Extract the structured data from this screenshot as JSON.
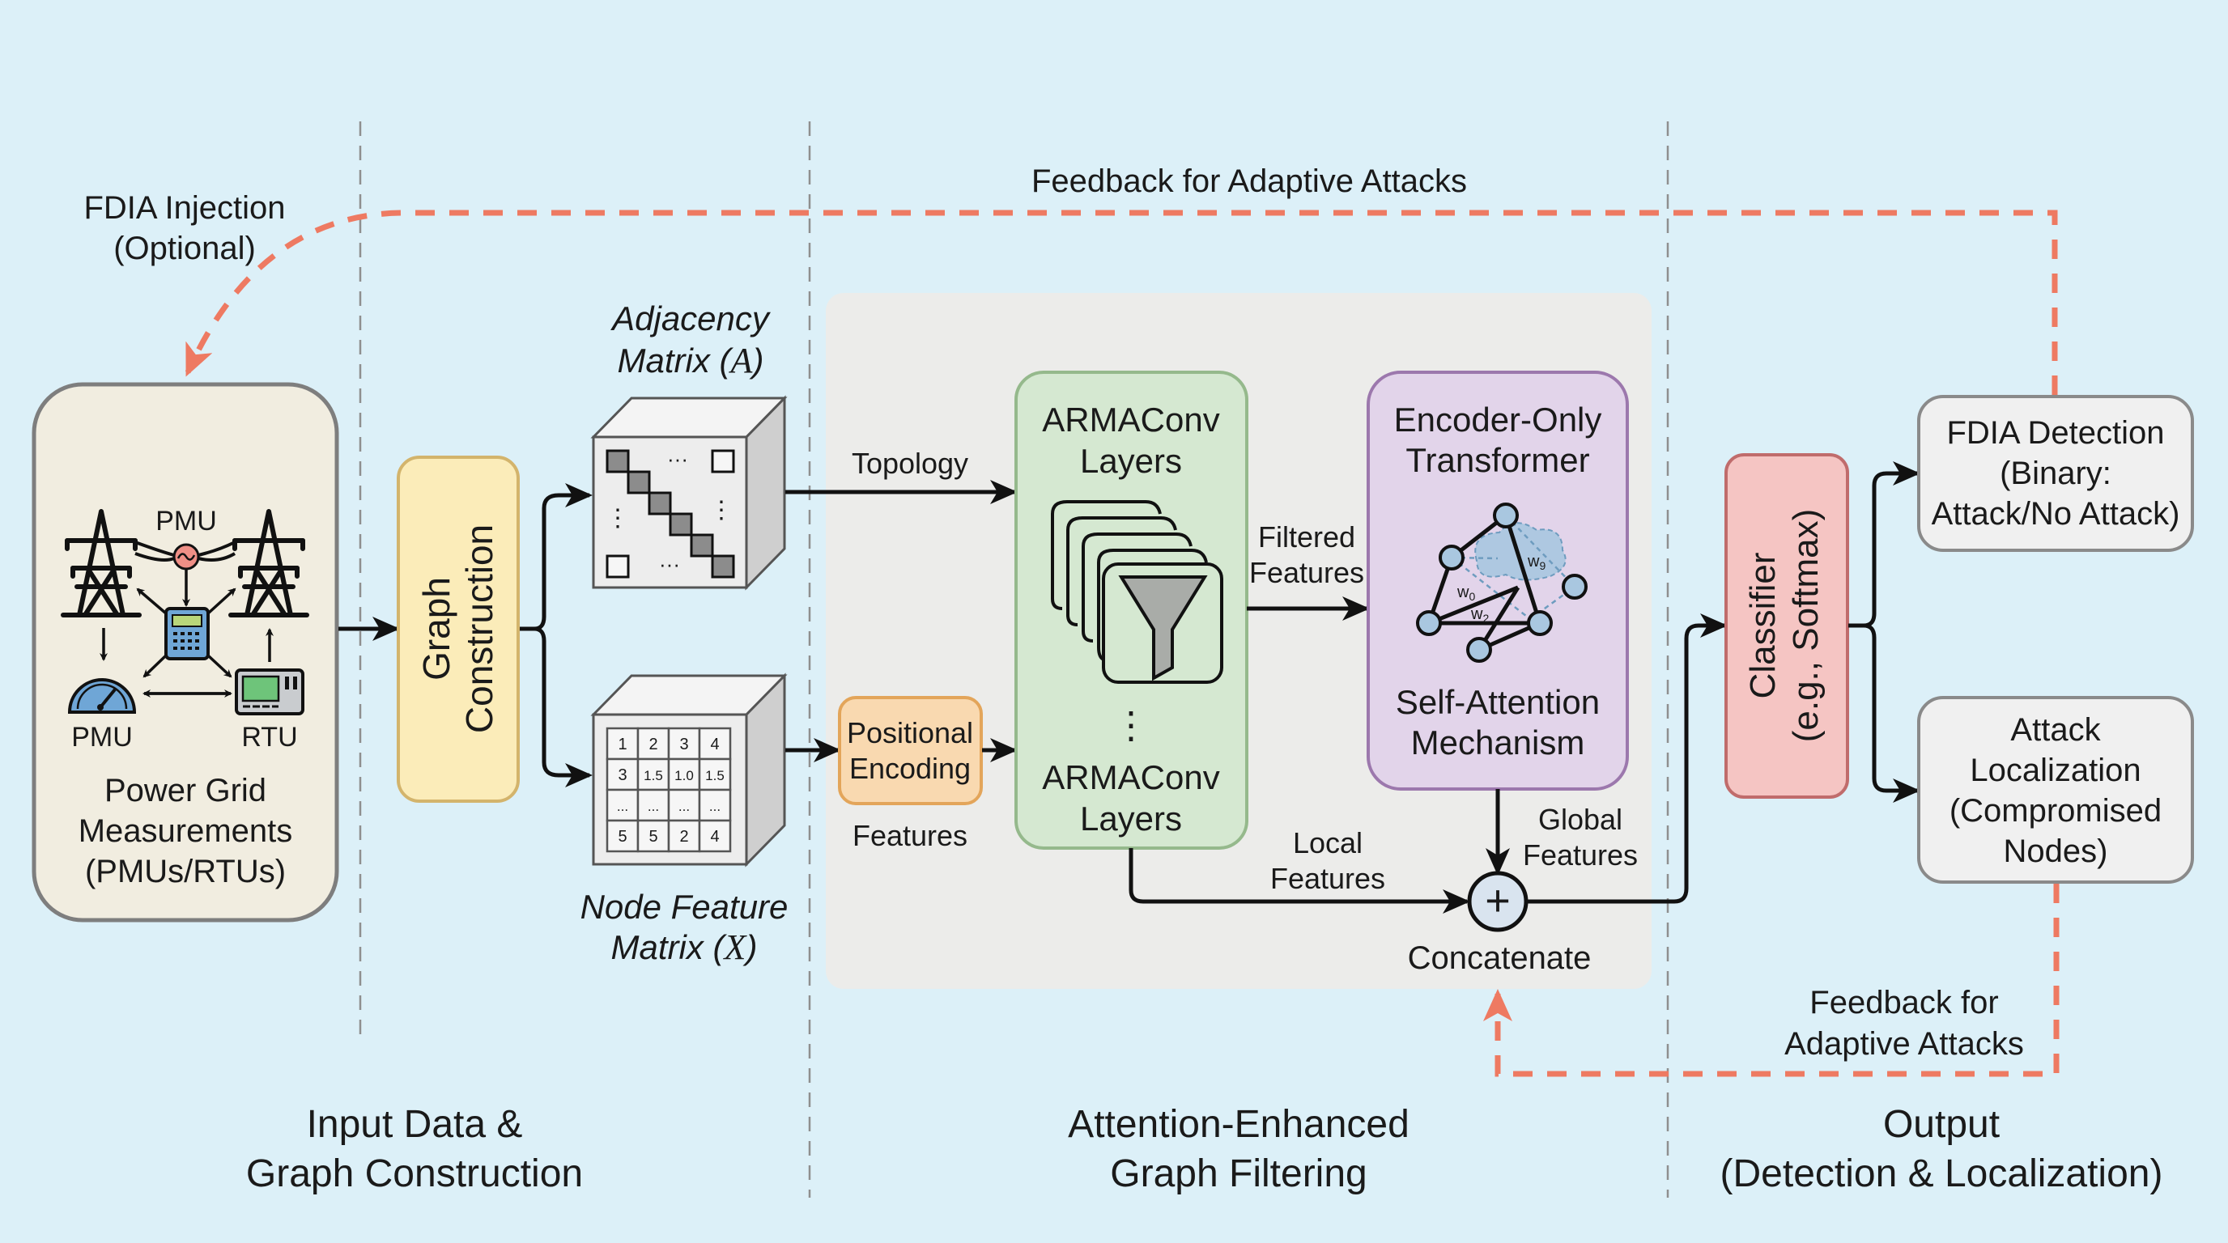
{
  "colors": {
    "background": "#dcf0f8",
    "feedback_red": "#ee7a62",
    "divider_gray": "#8a8a8a",
    "panel_gray": "#ececea",
    "input_box_fill": "#f1ede0",
    "graph_construction_fill": "#fbecb9",
    "positional_encoding_fill": "#f9d9b0",
    "armaconv_fill": "#d5e8d1",
    "transformer_fill": "#e2d4ea",
    "classifier_fill": "#f5c5c3",
    "output_box_fill": "#f0f0f0"
  },
  "sections": [
    {
      "line1": "Input Data &",
      "line2": "Graph Construction"
    },
    {
      "line1": "Attention-Enhanced",
      "line2": "Graph Filtering"
    },
    {
      "line1": "Output",
      "line2": "(Detection & Localization)"
    }
  ],
  "feedback": {
    "top_label": "Feedback for Adaptive Attacks",
    "bottom_label_line1": "Feedback for",
    "bottom_label_line2": "Adaptive Attacks",
    "injection_line1": "FDIA Injection",
    "injection_line2": "(Optional)"
  },
  "input_box": {
    "pmu_top_label": "PMU",
    "pmu_bottom_label": "PMU",
    "rtu_label": "RTU",
    "title_line1": "Power Grid",
    "title_line2": "Measurements",
    "title_line3": "(PMUs/RTUs)",
    "icons": [
      "transmission-tower-icon",
      "generator-icon",
      "calculator-device-icon",
      "gauge-icon",
      "rtu-terminal-icon"
    ]
  },
  "graph_construction": {
    "line1": "Graph",
    "line2": "Construction"
  },
  "adjacency": {
    "label_line1": "Adjacency",
    "label_line2_text": "Matrix (",
    "symbol": "A",
    "close": ")",
    "ellipsis_h": "···",
    "ellipsis_v": "⋮"
  },
  "node_feature": {
    "label_line1": "Node Feature",
    "label_line2_text": "Matrix (",
    "symbol": "X",
    "close": ")",
    "matrix": [
      [
        "1",
        "2",
        "3",
        "4"
      ],
      [
        "3",
        "1.5",
        "1.0",
        "1.5"
      ],
      [
        "...",
        "...",
        "...",
        "..."
      ],
      [
        "5",
        "5",
        "2",
        "4"
      ]
    ]
  },
  "edges": {
    "topology": "Topology",
    "features": "Features",
    "filtered_line1": "Filtered",
    "filtered_line2": "Features",
    "local_line1": "Local",
    "local_line2": "Features",
    "global_line1": "Global",
    "global_line2": "Features"
  },
  "positional_encoding": {
    "line1": "Positional",
    "line2": "Encoding"
  },
  "armaconv": {
    "top_line1": "ARMAConv",
    "top_line2": "Layers",
    "bottom_line1": "ARMAConv",
    "bottom_line2": "Layers",
    "dots": "⋮"
  },
  "transformer": {
    "title_line1": "Encoder-Only",
    "title_line2": "Transformer",
    "sub_line1": "Self-Attention",
    "sub_line2": "Mechanism",
    "weights": {
      "w0": "w",
      "w0_sub": "0",
      "w2": "w",
      "w2_sub": "2",
      "w9": "w",
      "w9_sub": "9"
    }
  },
  "concatenate": {
    "label": "Concatenate",
    "symbol": "+"
  },
  "classifier": {
    "line1": "Classifier",
    "line2": "(e.g., Softmax)"
  },
  "outputs": {
    "detection": {
      "line1": "FDIA Detection",
      "line2": "(Binary:",
      "line3": "Attack/No Attack)"
    },
    "localization": {
      "line1": "Attack",
      "line2": "Localization",
      "line3": "(Compromised",
      "line4": "Nodes)"
    }
  }
}
